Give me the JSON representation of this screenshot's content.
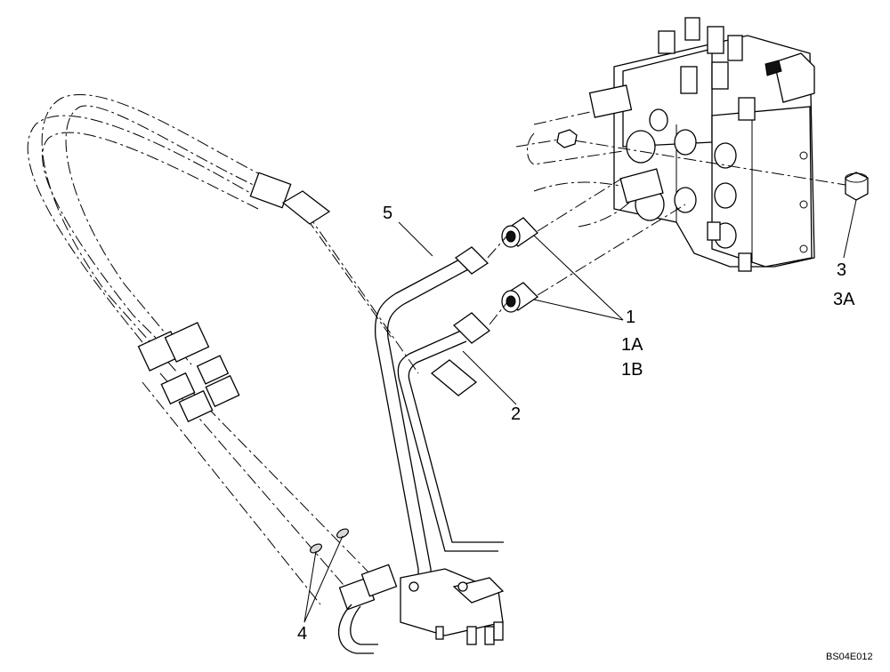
{
  "diagram": {
    "callouts": {
      "c5": "5",
      "c1": "1",
      "c1a": "1A",
      "c1b": "1B",
      "c2": "2",
      "c3": "3",
      "c3a": "3A",
      "c4": "4"
    },
    "reference_code": "BS04E012",
    "colors": {
      "line": "#000000",
      "background": "#ffffff",
      "shade": "#d8d8d8"
    }
  }
}
